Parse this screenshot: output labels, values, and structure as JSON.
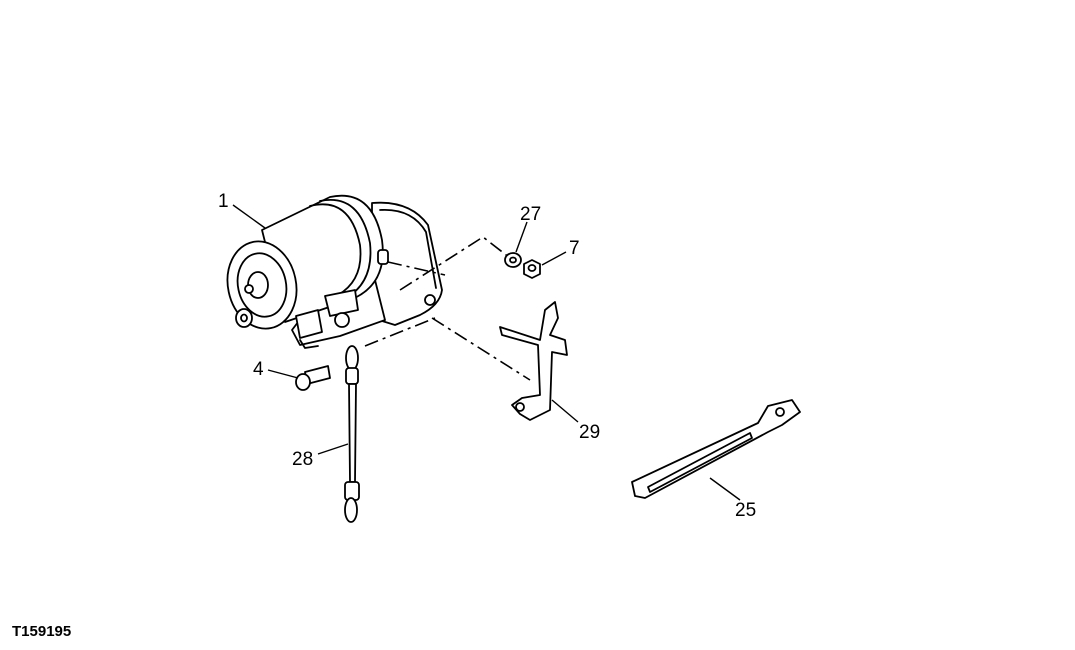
{
  "figure_id": "T159195",
  "callouts": [
    {
      "id": "1",
      "label": "1",
      "part": "starter-motor"
    },
    {
      "id": "27",
      "label": "27",
      "part": "washer"
    },
    {
      "id": "7",
      "label": "7",
      "part": "nut"
    },
    {
      "id": "4",
      "label": "4",
      "part": "cap-screw"
    },
    {
      "id": "28",
      "label": "28",
      "part": "cable"
    },
    {
      "id": "29",
      "label": "29",
      "part": "bracket"
    },
    {
      "id": "25",
      "label": "25",
      "part": "strap"
    }
  ]
}
